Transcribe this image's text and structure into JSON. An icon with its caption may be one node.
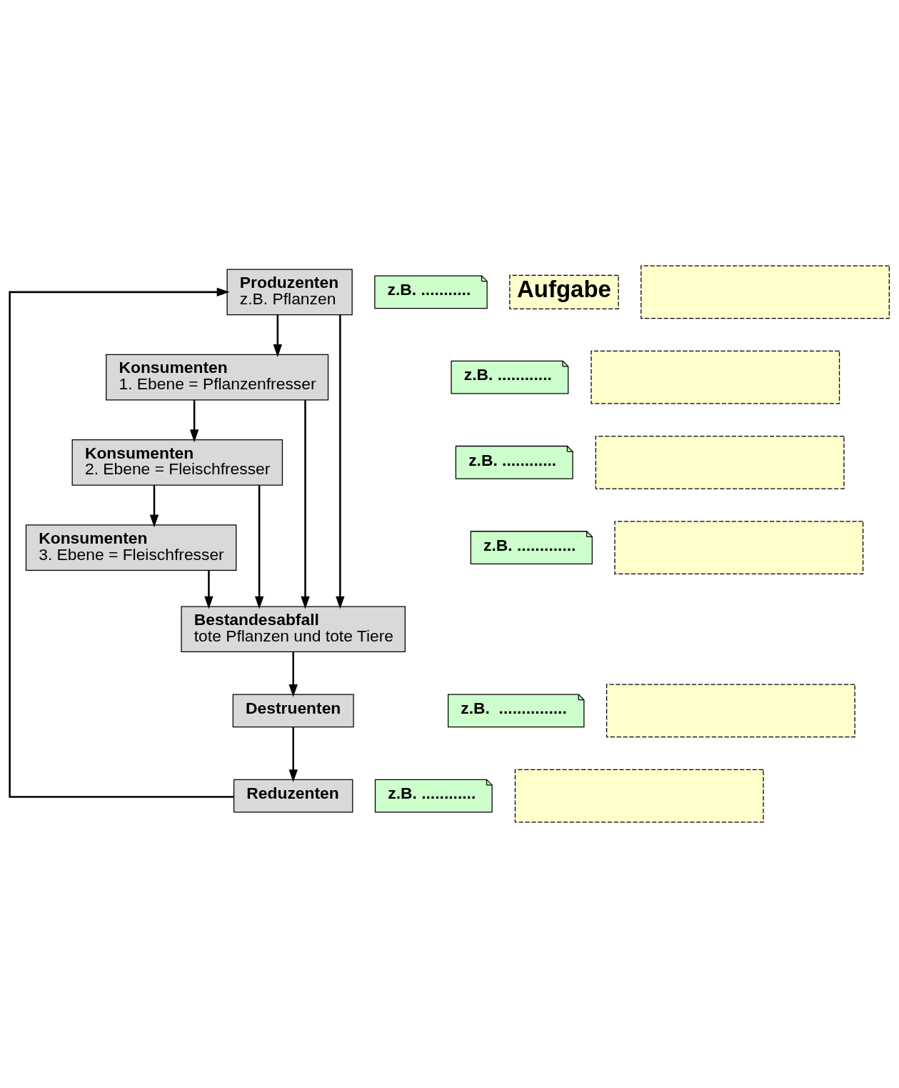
{
  "diagram": {
    "nodes": [
      {
        "text": [
          "Produzenten",
          "z.B. Pflanzen"
        ]
      },
      {
        "text": [
          "z.B. ..........."
        ]
      },
      {
        "text": [
          "Aufgabe"
        ]
      },
      {
        "text": [],
        "shape": "box"
      },
      {
        "text": [
          "Konsumenten",
          "1. Ebene = Pflanzenfresser"
        ]
      },
      {
        "text": [
          "z.B. ............"
        ]
      },
      {
        "text": [],
        "shape": "box"
      },
      {
        "text": [
          "Konsumenten",
          "2. Ebene = Fleischfresser"
        ]
      },
      {
        "text": [
          "z.B. ............"
        ]
      },
      {
        "text": [],
        "shape": "box"
      },
      {
        "text": [
          "Konsumenten",
          "3. Ebene = Fleischfresser"
        ]
      },
      {
        "text": [
          "z.B. ............."
        ]
      },
      {
        "text": [],
        "shape": "box"
      },
      {
        "text": [
          "Bestandesabfall",
          "tote Pflanzen und tote Tiere"
        ]
      },
      {
        "text": [
          "z.B.  ..............."
        ]
      },
      {
        "text": [],
        "shape": "box"
      },
      {
        "text": [
          "Destruenten"
        ]
      },
      {
        "text": [
          "z.B. ............"
        ]
      },
      {
        "text": [],
        "shape": "box"
      },
      {
        "text": [
          "Reduzenten"
        ]
      }
    ],
    "edges": [
      {
        "from": 0,
        "to": 4,
        "arrow": "to"
      },
      {
        "from": 0,
        "to": 13,
        "arrow": "to"
      },
      {
        "from": 4,
        "to": 7,
        "arrow": "to"
      },
      {
        "from": 4,
        "to": 13,
        "arrow": "to"
      },
      {
        "from": 7,
        "to": 10,
        "arrow": "to"
      },
      {
        "from": 7,
        "to": 13,
        "arrow": "to"
      },
      {
        "from": 10,
        "to": 13,
        "arrow": "to"
      },
      {
        "from": 13,
        "to": 16,
        "arrow": "to"
      },
      {
        "from": 16,
        "to": 19,
        "arrow": "to"
      },
      {
        "from": 19,
        "to": 0,
        "arrow": "to"
      }
    ]
  }
}
